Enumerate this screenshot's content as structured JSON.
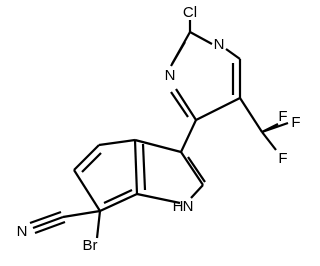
{
  "molecule": {
    "atom_labels": {
      "chlorine": "Cl",
      "pyrimidine_n_top": "N",
      "pyrimidine_n_left": "N",
      "fluorine_right": "F",
      "fluorine_top": "F",
      "fluorine_bottom": "F",
      "indole_nh": "H",
      "indole_nh_n": "N",
      "nitrile_n": "N",
      "bromine": "Br"
    }
  }
}
